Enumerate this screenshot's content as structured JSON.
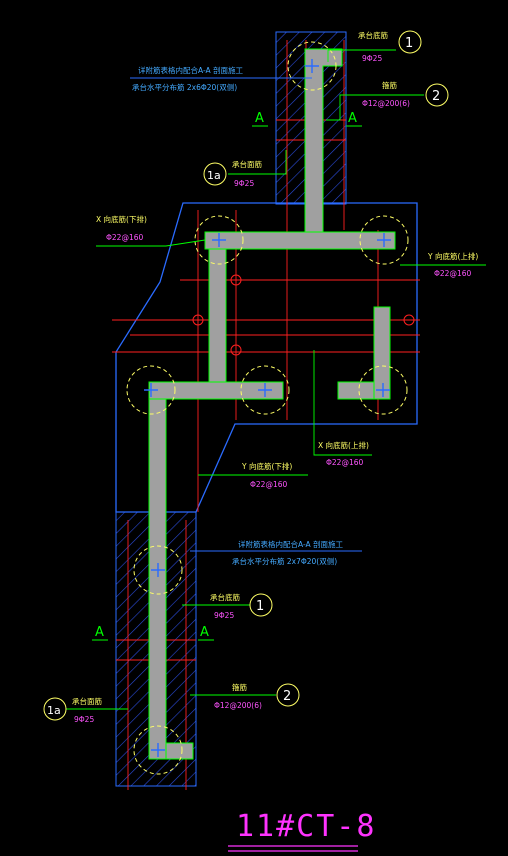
{
  "drawing_title": "11#CT-8",
  "section_marks": {
    "top_left": "A",
    "top_right": "A",
    "bottom_left": "A",
    "bottom_right": "A"
  },
  "annotations": {
    "top_cyan_1": "详附筋表格内配合A-A 剖面施工",
    "top_cyan_2": "承台水平分布筋 2x6Φ20(双侧)",
    "bot_cyan_1": "详附筋表格内配合A-A 剖面施工",
    "bot_cyan_2": "承台水平分布筋 2x7Φ20(双侧)",
    "top_bottom_bar_label": "承台底筋",
    "top_bottom_bar_value": "9Φ25",
    "top_stirrup_label": "箍筋",
    "top_stirrup_value": "Φ12@200(6)",
    "top_top_bar_label": "承台面筋",
    "top_top_bar_value": "9Φ25",
    "x_lower_label": "X 向底筋(下排)",
    "x_lower_value": "Φ22@160",
    "y_upper_label": "Y 向底筋(上排)",
    "y_upper_value": "Φ22@160",
    "x_upper_label": "X 向底筋(上排)",
    "x_upper_value": "Φ22@160",
    "y_lower_label": "Y 向底筋(下排)",
    "y_lower_value": "Φ22@160",
    "bot_bottom_bar_label": "承台底筋",
    "bot_bottom_bar_value": "9Φ25",
    "bot_stirrup_label": "箍筋",
    "bot_stirrup_value": "Φ12@200(6)",
    "bot_top_bar_label": "承台面筋",
    "bot_top_bar_value": "9Φ25"
  },
  "bubbles": {
    "top_1": "1",
    "top_2": "2",
    "top_1a": "1a",
    "bot_1": "1",
    "bot_2": "2",
    "bot_1a": "1a"
  },
  "colors": {
    "outline": "#2a6bff",
    "hatch": "#2a4bd8",
    "wall": "#a0a0a0",
    "wall_edge": "#00ff00",
    "grid": "#ff2020",
    "pile": "#ffff66",
    "leader": "#00ff00",
    "title": "#ff33ff"
  }
}
